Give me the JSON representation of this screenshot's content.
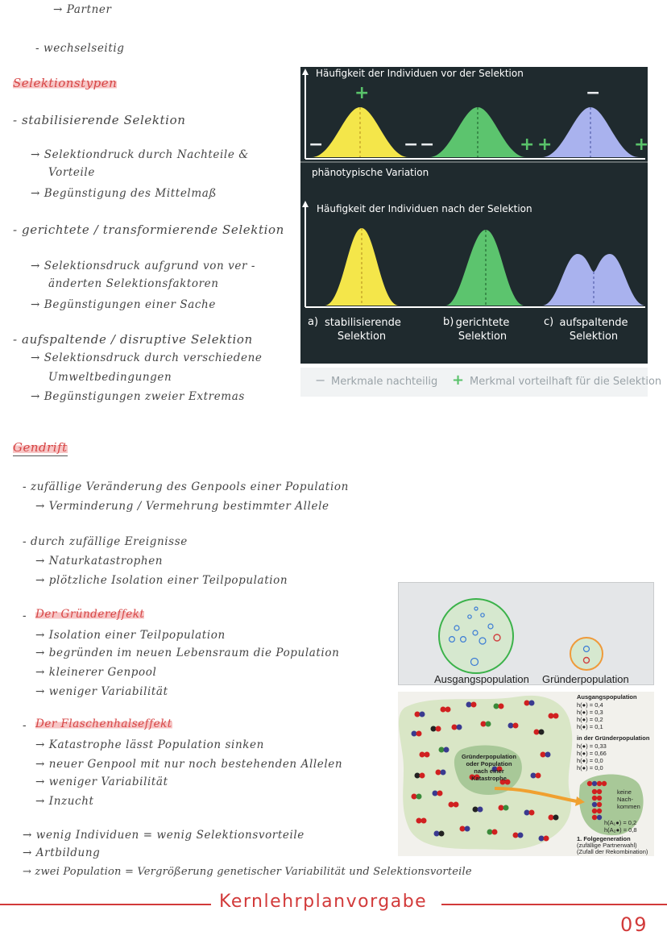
{
  "notes": {
    "line_partner": "→ Partner",
    "line_wechsel": "- wechselseitig",
    "h_selektionstypen": "Selektionstypen",
    "stab": "- stabilisierende Selektion",
    "stab_1a": "→ Selektiondruck durch Nachteile &",
    "stab_1b": "Vorteile",
    "stab_2": "→ Begünstigung des Mittelmaß",
    "ger": "- gerichtete / transformierende Selektion",
    "ger_1a": "→ Selektionsdruck aufgrund von ver -",
    "ger_1b": "änderten Selektionsfaktoren",
    "ger_2": "→ Begünstigungen einer Sache",
    "auf": "- aufspaltende / disruptive Selektion",
    "auf_1a": "→ Selektionsdruck durch verschiedene",
    "auf_1b": "Umweltbedingungen",
    "auf_2": "→ Begünstigungen zweier Extremas",
    "h_gendrift": "Gendrift",
    "gd_1": "- zufällige Veränderung des Genpools einer Population",
    "gd_1a": "→ Verminderung / Vermehrung bestimmter Allele",
    "gd_2": "- durch zufällige Ereignisse",
    "gd_2a": "→ Naturkatastrophen",
    "gd_2b": "→ plötzliche Isolation einer Teilpopulation",
    "h_gruender": "Der Gründereffekt",
    "gr_1": "→ Isolation einer Teilpopulation",
    "gr_2": "→ begründen im neuen Lebensraum die Population",
    "gr_3": "→ kleinerer Genpool",
    "gr_4": "→ weniger Variabilität",
    "h_flaschenhals": "Der Flaschenhalseffekt",
    "fh_1": "→ Katastrophe lässt Population sinken",
    "fh_2": "→ neuer Genpool mit nur noch bestehenden Allelen",
    "fh_3": "→ weniger Variabilität",
    "fh_4": "→ Inzucht",
    "end_1": "→ wenig Individuen = wenig Selektionsvorteile",
    "end_2": "→ Artbildung",
    "end_3": "→ zwei Population = Vergrößerung genetischer Variabilität und Selektionsvorteile"
  },
  "selection_figure": {
    "top_label": "Häufigkeit der Individuen vor der Selektion",
    "mid_label": "phänotypische Variation",
    "bottom_label": "Häufigkeit der Individuen nach der Selektion",
    "plus": "+",
    "minus": "−",
    "cap_a_letter": "a)",
    "cap_a": "stabilisierende Selektion",
    "cap_b_letter": "b)",
    "cap_b": "gerichtete Selektion",
    "cap_c_letter": "c)",
    "cap_c": "aufspaltende Selektion",
    "legend_minus": "Merkmale nachteilig",
    "legend_plus": "Merkmal vorteilhaft für die Selektion",
    "colors": {
      "yellow": "#f4e64a",
      "green": "#5cc46e",
      "blue": "#a9b2ee",
      "accent_green": "#59c26a",
      "bg": "#1f2a2e"
    }
  },
  "founder_panel": {
    "label_left": "Ausgangspopulation",
    "label_right": "Gründerpopulation"
  },
  "photo_panel": {
    "h_ausgang": "Ausgangspopulation",
    "a1": "h(●) = 0,4",
    "a2": "h(●) = 0,3",
    "a3": "h(●) = 0,2",
    "a4": "h(●) = 0,1",
    "h_gruender": "in der Gründerpopulation",
    "g1": "h(●) = 0,33",
    "g2": "h(●) = 0,66",
    "g3": "h(●) = 0,0",
    "g4": "h(●) = 0,0",
    "center_label": "Gründerpopulation oder Population nach einer Katastrophe",
    "keine": "keine Nach- kommen",
    "f1": "h(A₁●) = 0,2",
    "f2": "h(A₂●) = 0,8",
    "folge_b": "1. Folgegeneration",
    "folge_1": "(zufällige Partnerwahl)",
    "folge_2": "(Zufall der Rekombination)"
  },
  "footer": {
    "title": "Kernlehrplanvorgabe",
    "page": "09"
  }
}
